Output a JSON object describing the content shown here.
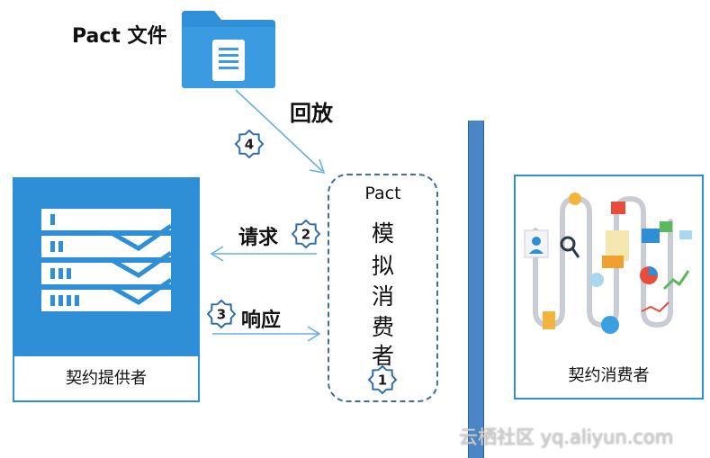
{
  "pact_file": {
    "label": "Pact 文件",
    "icon": "folder-document-icon"
  },
  "replay": {
    "label": "回放",
    "step": "4"
  },
  "request": {
    "label": "请求",
    "step": "2"
  },
  "response": {
    "label": "响应",
    "step": "3"
  },
  "mock_consumer": {
    "title": "Pact",
    "chars": [
      "模",
      "拟",
      "消",
      "费",
      "者"
    ],
    "step": "1"
  },
  "provider": {
    "label": "契约提供者",
    "icon": "server-stack-icon"
  },
  "consumer": {
    "label": "契约消费者",
    "icon": "data-illustration-icon"
  },
  "watermark": "云栖社区 yq.aliyun.com",
  "colors": {
    "accent": "#2e8fd6",
    "arrow": "#6aaee0",
    "dashed_border": "#3f6f99",
    "divider": "#4a86c7"
  }
}
